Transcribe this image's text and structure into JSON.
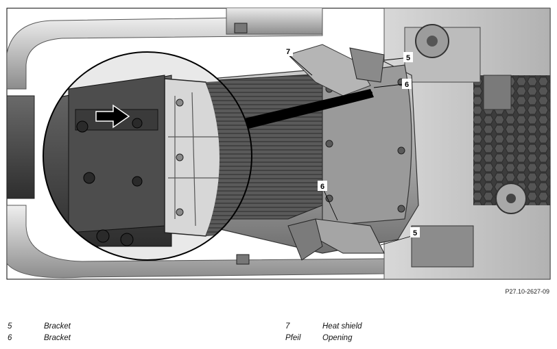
{
  "figure": {
    "code": "P27.10-2627-09",
    "callouts": [
      "5",
      "5",
      "6",
      "6",
      "7"
    ]
  },
  "legend": [
    {
      "key": "5",
      "text": "Bracket"
    },
    {
      "key": "6",
      "text": "Bracket"
    },
    {
      "key": "7",
      "text": "Heat shield"
    },
    {
      "key": "Pfeil",
      "text": "Opening"
    }
  ]
}
